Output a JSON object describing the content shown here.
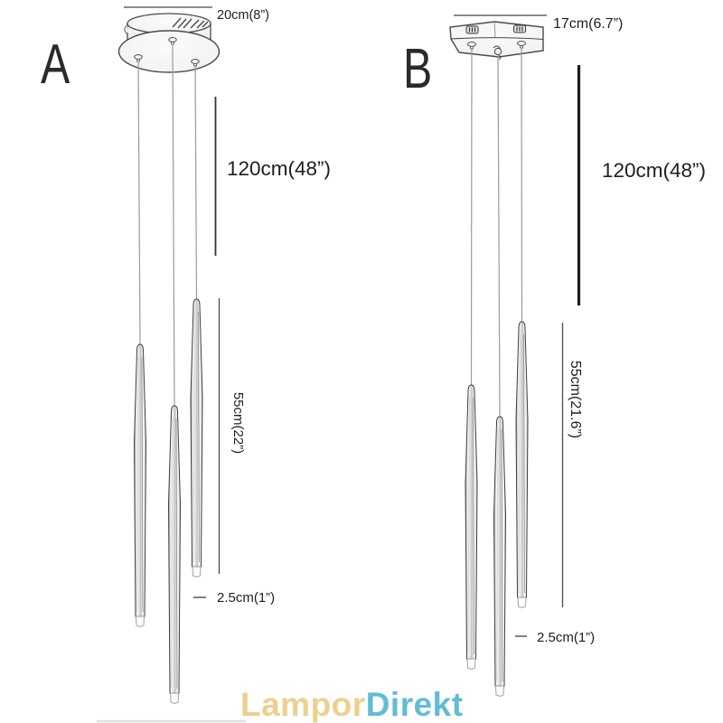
{
  "diagram": {
    "line_color": "#4a4a4a",
    "fixture_a": {
      "label": "A",
      "canopy_diameter_label": "20cm(8”)",
      "cable_drop_label": "120cm(48”)",
      "pendant_length_label": "55cm(22”)",
      "tip_diameter_label": "2.5cm(1”)"
    },
    "fixture_b": {
      "label": "B",
      "canopy_width_label": "17cm(6.7”)",
      "cable_drop_label": "120cm(48”)",
      "pendant_length_label": "55cm(21.6”)",
      "tip_diameter_label": "2.5cm(1”)"
    }
  },
  "watermark": {
    "brand_part_1": "Lampor",
    "brand_part_2": "Direkt",
    "color_part_1": "#ecd08f",
    "color_part_2": "#63bbd5"
  }
}
